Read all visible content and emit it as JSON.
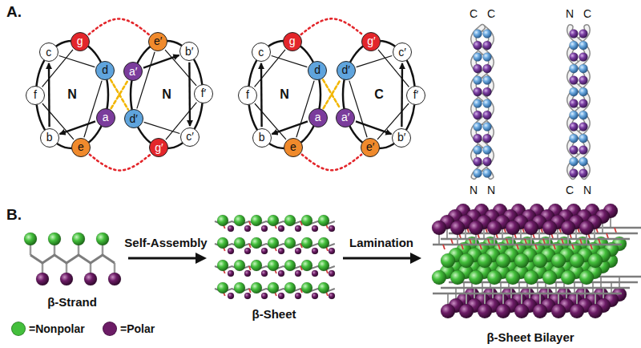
{
  "diagram": {
    "nodes": [
      {
        "text": [
          "N"
        ]
      },
      {
        "text": [
          "a"
        ]
      },
      {
        "text": [
          "b"
        ]
      },
      {
        "text": [
          "c"
        ]
      },
      {
        "text": [
          "d"
        ]
      },
      {
        "text": [
          "e"
        ]
      },
      {
        "text": [
          "f"
        ]
      },
      {
        "text": [
          "g"
        ]
      },
      {
        "text": [
          "N"
        ]
      },
      {
        "text": [
          "a′"
        ]
      },
      {
        "text": [
          "b′"
        ]
      },
      {
        "text": [
          "c′"
        ]
      },
      {
        "text": [
          "d′"
        ]
      },
      {
        "text": [
          "e′"
        ]
      },
      {
        "text": [
          "f′"
        ]
      },
      {
        "text": [
          "g′"
        ]
      },
      {
        "text": [
          "N"
        ]
      },
      {
        "text": [
          "a"
        ]
      },
      {
        "text": [
          "b"
        ]
      },
      {
        "text": [
          "c"
        ]
      },
      {
        "text": [
          "d"
        ]
      },
      {
        "text": [
          "e"
        ]
      },
      {
        "text": [
          "f"
        ]
      },
      {
        "text": [
          "g"
        ]
      },
      {
        "text": [
          "C"
        ]
      },
      {
        "text": [
          "a′"
        ]
      },
      {
        "text": [
          "b′"
        ]
      },
      {
        "text": [
          "c′"
        ]
      },
      {
        "text": [
          "d′"
        ]
      },
      {
        "text": [
          "e′"
        ]
      },
      {
        "text": [
          "f′"
        ]
      },
      {
        "text": [
          "g′"
        ]
      }
    ],
    "edges": [
      {
        "from": 1,
        "to": 2,
        "arrow": "to"
      },
      {
        "from": 2,
        "to": 3,
        "arrow": "to"
      },
      {
        "from": 3,
        "to": 4,
        "arrow": "none"
      },
      {
        "from": 4,
        "to": 5,
        "arrow": "none"
      },
      {
        "from": 5,
        "to": 6,
        "arrow": "none"
      },
      {
        "from": 6,
        "to": 7,
        "arrow": "none"
      },
      {
        "from": 9,
        "to": 10,
        "arrow": "to"
      },
      {
        "from": 10,
        "to": 11,
        "arrow": "to"
      },
      {
        "from": 11,
        "to": 12,
        "arrow": "none"
      },
      {
        "from": 12,
        "to": 13,
        "arrow": "none"
      },
      {
        "from": 13,
        "to": 14,
        "arrow": "none"
      },
      {
        "from": 14,
        "to": 15,
        "arrow": "none"
      },
      {
        "from": 7,
        "to": 13,
        "arrow": "none"
      },
      {
        "from": 5,
        "to": 15,
        "arrow": "none"
      },
      {
        "from": 4,
        "to": 12,
        "arrow": "none"
      },
      {
        "from": 1,
        "to": 9,
        "arrow": "none"
      },
      {
        "from": 17,
        "to": 18,
        "arrow": "to"
      },
      {
        "from": 18,
        "to": 19,
        "arrow": "to"
      },
      {
        "from": 19,
        "to": 20,
        "arrow": "none"
      },
      {
        "from": 20,
        "to": 21,
        "arrow": "none"
      },
      {
        "from": 21,
        "to": 22,
        "arrow": "none"
      },
      {
        "from": 22,
        "to": 23,
        "arrow": "none"
      },
      {
        "from": 25,
        "to": 26,
        "arrow": "to"
      },
      {
        "from": 26,
        "to": 27,
        "arrow": "to"
      },
      {
        "from": 27,
        "to": 28,
        "arrow": "none"
      },
      {
        "from": 28,
        "to": 29,
        "arrow": "none"
      },
      {
        "from": 29,
        "to": 30,
        "arrow": "none"
      },
      {
        "from": 30,
        "to": 31,
        "arrow": "none"
      },
      {
        "from": 23,
        "to": 31,
        "arrow": "none"
      },
      {
        "from": 21,
        "to": 29,
        "arrow": "none"
      },
      {
        "from": 20,
        "to": 25,
        "arrow": "none"
      },
      {
        "from": 17,
        "to": 28,
        "arrow": "none"
      }
    ],
    "labels": [
      "A.",
      "C",
      "C",
      "N",
      "N",
      "N",
      "C",
      "C",
      "N",
      "B.",
      "β-Strand",
      "Self-Assembly",
      "β-Sheet",
      "Lamination",
      "β-Sheet Bilayer"
    ],
    "legend": [
      {
        "text": "=Nonpolar",
        "color": "#44bf3c"
      },
      {
        "text": "=Polar",
        "color": "#6c1c66"
      }
    ]
  }
}
